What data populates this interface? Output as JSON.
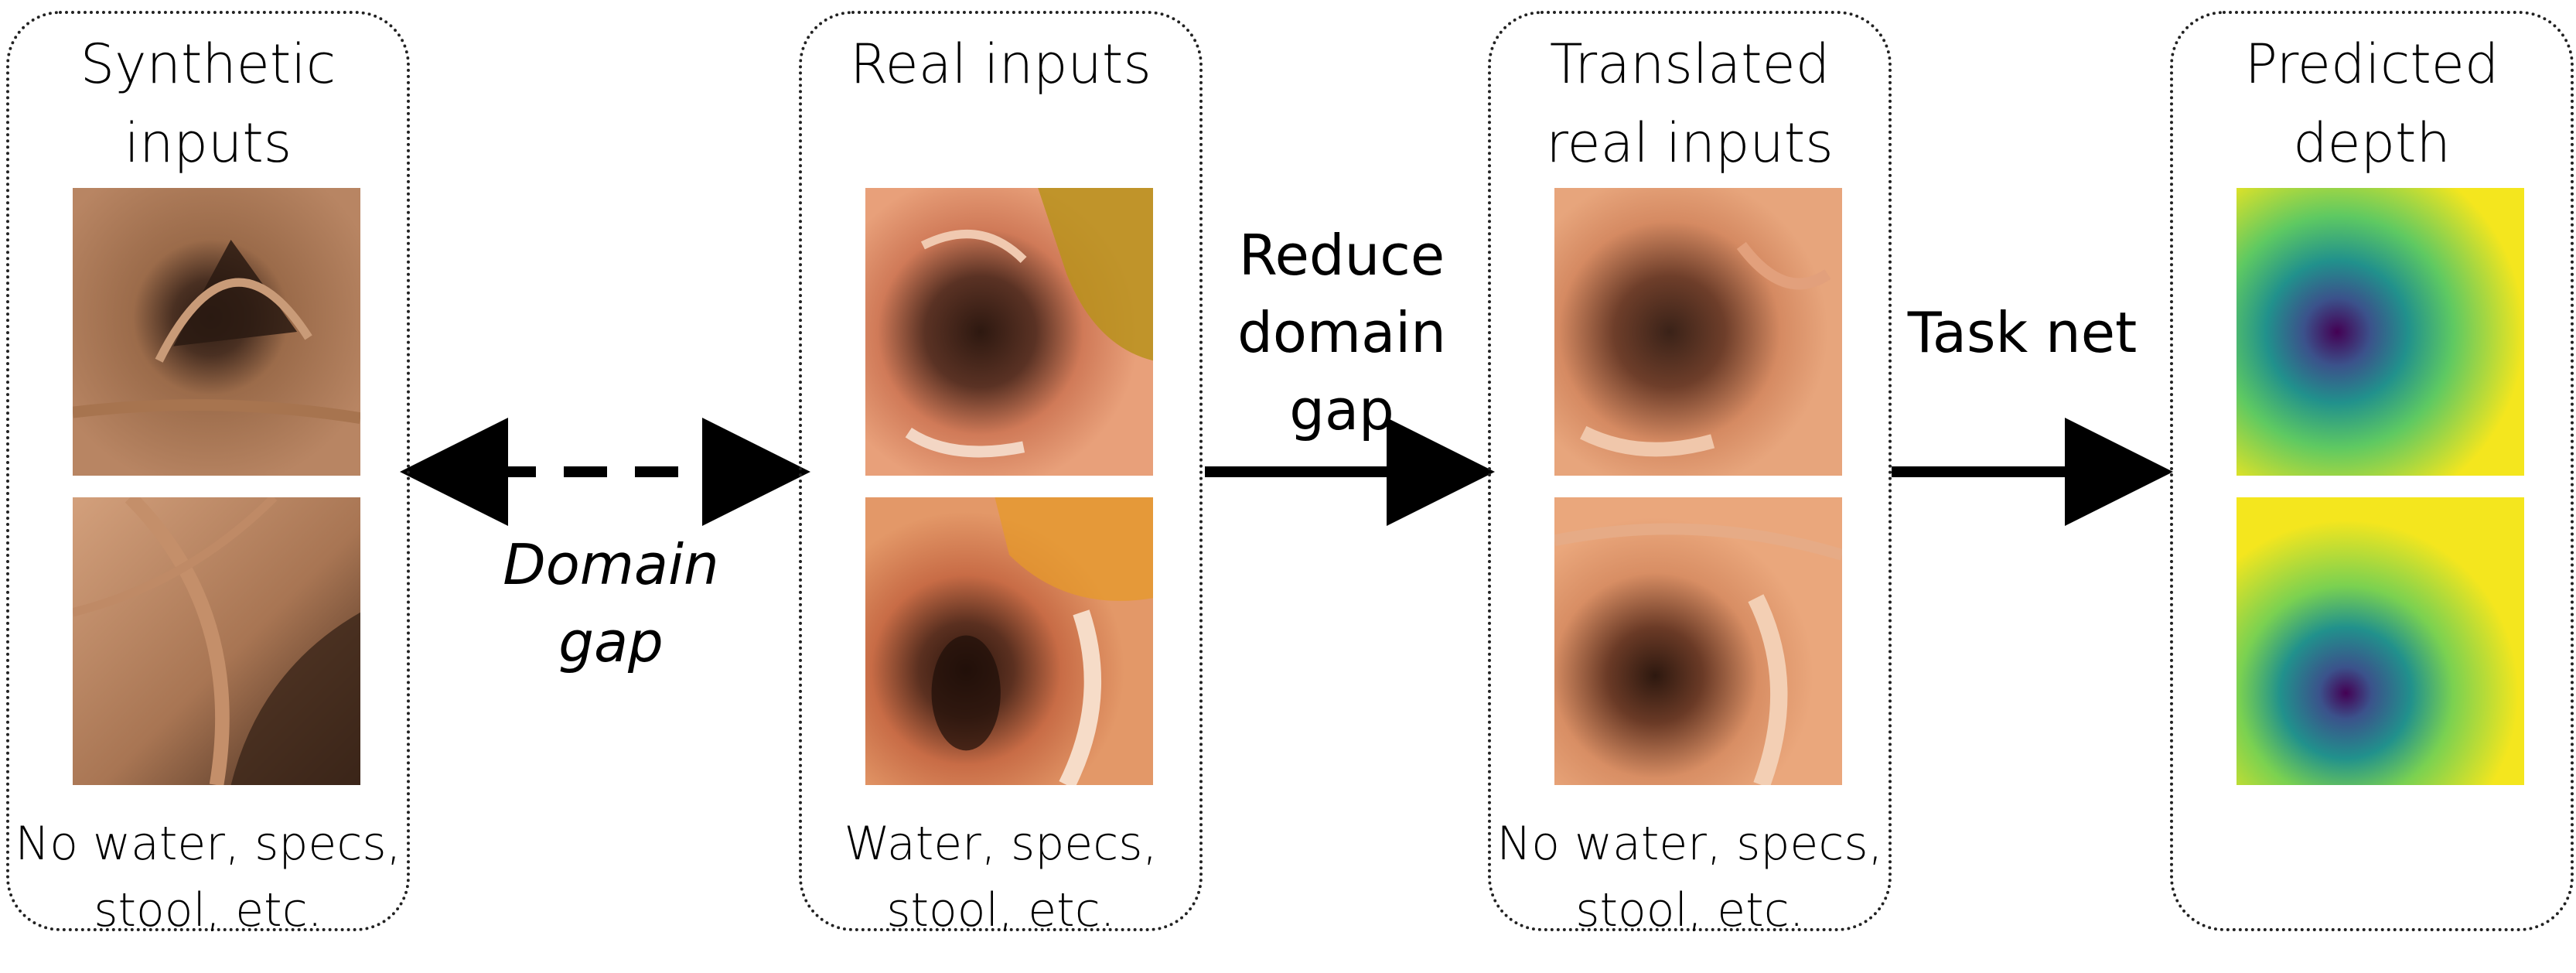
{
  "panels": [
    {
      "title": "Synthetic\ninputs",
      "caption": "No water, specs,\nstool, etc."
    },
    {
      "title": "Real inputs",
      "caption": "Water, specs,\nstool, etc."
    },
    {
      "title": "Translated\nreal inputs",
      "caption": "No water, specs,\nstool, etc."
    },
    {
      "title": "Predicted\ndepth",
      "caption": ""
    }
  ],
  "edges": {
    "domain_gap": "Domain\ngap",
    "reduce_gap": "Reduce\ndomain\ngap",
    "task_net": "Task net"
  },
  "colors": {
    "synthetic": "#b07a55",
    "real": "#d98a62",
    "translated": "#d9916a",
    "depth_far": "#440154",
    "depth_near": "#f4e61e"
  }
}
